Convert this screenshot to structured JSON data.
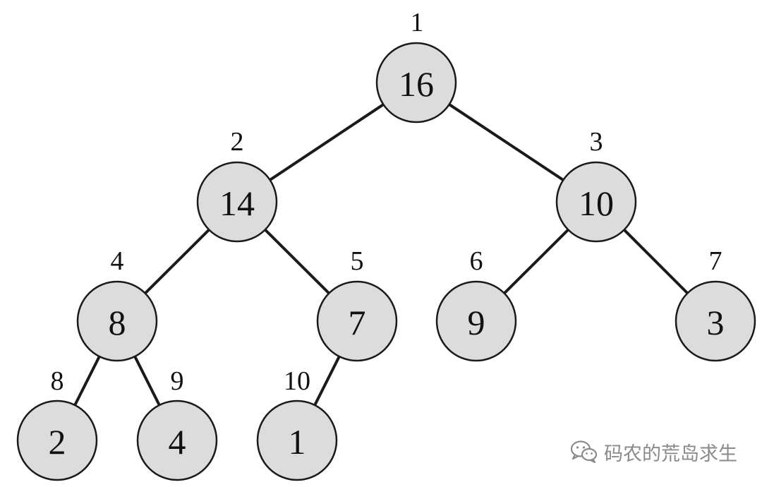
{
  "diagram": {
    "type": "binary-heap-tree",
    "nodes": [
      {
        "index": "1",
        "value": "16"
      },
      {
        "index": "2",
        "value": "14"
      },
      {
        "index": "3",
        "value": "10"
      },
      {
        "index": "4",
        "value": "8"
      },
      {
        "index": "5",
        "value": "7"
      },
      {
        "index": "6",
        "value": "9"
      },
      {
        "index": "7",
        "value": "3"
      },
      {
        "index": "8",
        "value": "2"
      },
      {
        "index": "9",
        "value": "4"
      },
      {
        "index": "10",
        "value": "1"
      }
    ],
    "edges": [
      [
        "1",
        "2"
      ],
      [
        "1",
        "3"
      ],
      [
        "2",
        "4"
      ],
      [
        "2",
        "5"
      ],
      [
        "3",
        "6"
      ],
      [
        "3",
        "7"
      ],
      [
        "4",
        "8"
      ],
      [
        "4",
        "9"
      ],
      [
        "5",
        "10"
      ]
    ],
    "colors": {
      "node_fill": "#dcdcdc",
      "stroke": "#1a1a1a"
    }
  },
  "watermark": {
    "text": "码农的荒岛求生",
    "icon": "wechat-icon"
  }
}
